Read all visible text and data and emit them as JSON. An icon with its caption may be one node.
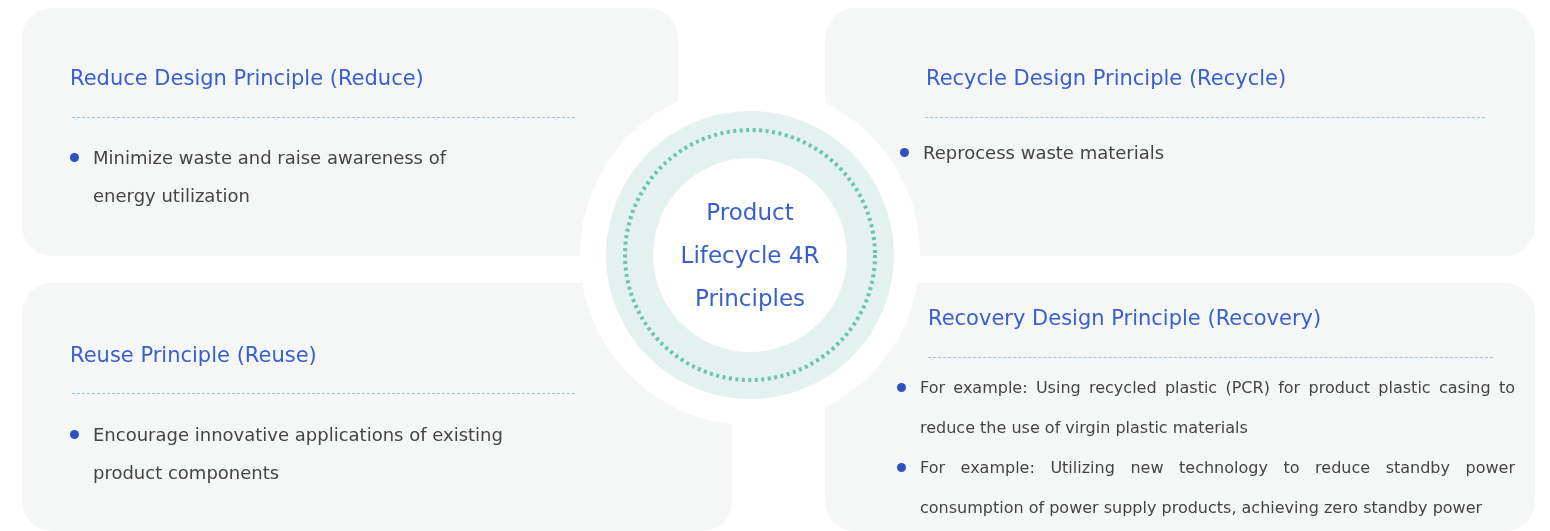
{
  "diagram": {
    "nodes": [
      {
        "text": [
          "Reduce Design Principle (Reduce)",
          "Minimize waste and raise awareness of energy utilization"
        ]
      },
      {
        "text": [
          "Recycle Design Principle (Recycle)",
          "Reprocess waste materials"
        ]
      },
      {
        "text": [
          "Product Lifecycle 4R Principles"
        ]
      },
      {
        "text": [
          "Reuse Principle (Reuse)",
          "Encourage innovative applications of existing product components"
        ]
      },
      {
        "text": [
          "Recovery Design Principle (Recovery)",
          "For example: Using recycled plastic (PCR) for product plastic casing to reduce the use of virgin plastic materials",
          "For example: Utilizing new technology to reduce standby power consumption of power supply products, achieving zero standby power"
        ]
      }
    ]
  }
}
